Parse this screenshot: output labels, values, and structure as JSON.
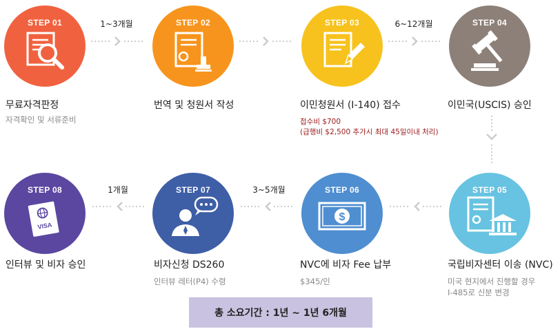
{
  "steps": [
    {
      "step_label": "STEP 01",
      "title": "무료자격판정",
      "subtitle": "자격확인 및 서류준비",
      "color": "#f0623f",
      "icon": "document-search-icon"
    },
    {
      "step_label": "STEP 02",
      "title": "번역 및 청원서 작성",
      "subtitle": "",
      "color": "#f7941d",
      "icon": "certificate-stamp-icon"
    },
    {
      "step_label": "STEP 03",
      "title": "이민청원서 (I-140) 접수",
      "note_line1": "접수비 $700",
      "note_line2": "(급행비 $2,500 추가시 최대 45일이내 처리)",
      "color": "#f7c21d",
      "icon": "document-pen-icon"
    },
    {
      "step_label": "STEP 04",
      "title": "이민국(USCIS) 승인",
      "subtitle": "",
      "color": "#8d8079",
      "icon": "gavel-icon"
    },
    {
      "step_label": "STEP 05",
      "title": "국립비자센터 이송 (NVC)",
      "subtitle_line1": "미국 현지에서 진행할 경우",
      "subtitle_line2": "I-485로 신분 변경",
      "color": "#67c3e1",
      "icon": "document-bank-icon"
    },
    {
      "step_label": "STEP 06",
      "title": "NVC에 비자 Fee 납부",
      "subtitle": "$345/인",
      "color": "#4e8ed1",
      "icon": "dollar-bill-icon"
    },
    {
      "step_label": "STEP 07",
      "title": "비자신청 DS260",
      "subtitle": "인터뷰 레터(P4) 수령",
      "color": "#3e5ea6",
      "icon": "interview-person-icon"
    },
    {
      "step_label": "STEP 08",
      "title": "인터뷰 및 비자 승인",
      "subtitle": "",
      "color": "#5b47a0",
      "icon": "visa-passport-icon"
    }
  ],
  "durations": {
    "d1": "1~3개월",
    "d2": "6~12개월",
    "d3": "3~5개월",
    "d4": "1개월"
  },
  "total": "총 소요기간 : 1년 ~ 1년 6개월",
  "colors": {
    "arrow": "#cccccc",
    "total_bg": "#c9c2e0",
    "note": "#9b1b1b"
  }
}
